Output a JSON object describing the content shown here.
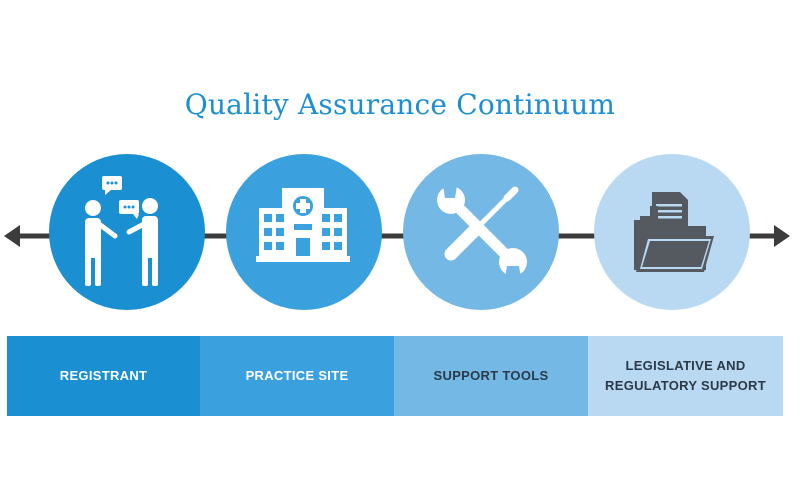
{
  "title": "Quality Assurance Continuum",
  "stages": [
    {
      "label": "REGISTRANT",
      "icon": "people-talking-icon",
      "circle_color": "#1a8fd1",
      "bar_color": "#1a8fd1",
      "text_color": "#ffffff"
    },
    {
      "label": "PRACTICE SITE",
      "icon": "hospital-icon",
      "circle_color": "#3aa1de",
      "bar_color": "#3aa1de",
      "text_color": "#ffffff"
    },
    {
      "label": "SUPPORT TOOLS",
      "icon": "tools-icon",
      "circle_color": "#74b8e6",
      "bar_color": "#74b8e6",
      "text_color": "#2b3a48"
    },
    {
      "label": "LEGISLATIVE AND\nREGULATORY SUPPORT",
      "icon": "documents-folder-icon",
      "circle_color": "#b9d9f2",
      "bar_color": "#b9d9f2",
      "text_color": "#2b3a48"
    }
  ],
  "colors": {
    "title": "#1b8fd2",
    "arrow": "#3c3c3c",
    "dark_icon": "#555a60"
  }
}
